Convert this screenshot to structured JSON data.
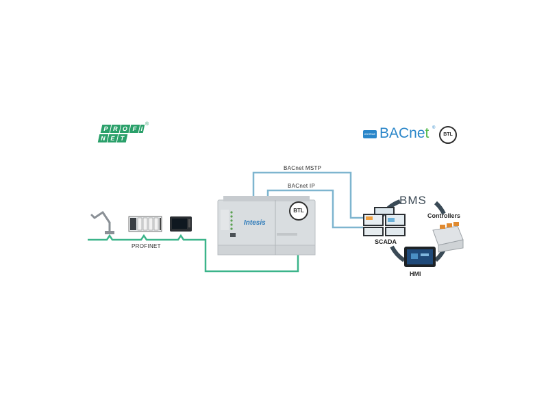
{
  "profinet_logo": {
    "row1": [
      "P",
      "R",
      "O",
      "F",
      "I"
    ],
    "row2": [
      "N",
      "E",
      "T"
    ],
    "registered": "®"
  },
  "bacnet_logo": {
    "main": "BACnet",
    "tm": "®",
    "badge": "ASHRAE",
    "btl": "BTL"
  },
  "links": {
    "mstp": "BACnet MSTP",
    "ip": "BACnet IP",
    "profinet": "PROFINET"
  },
  "gateway": {
    "brand": "Intesis",
    "badge": "BTL"
  },
  "bms": {
    "title": "BMS",
    "scada": "SCADA",
    "controllers": "Controllers",
    "hmi": "HMI"
  },
  "colors": {
    "profinet_line": "#3bb48a",
    "bacnet_line": "#7eb5cf",
    "ring": "#3a4a56",
    "gateway_body": "#d9dde0"
  }
}
